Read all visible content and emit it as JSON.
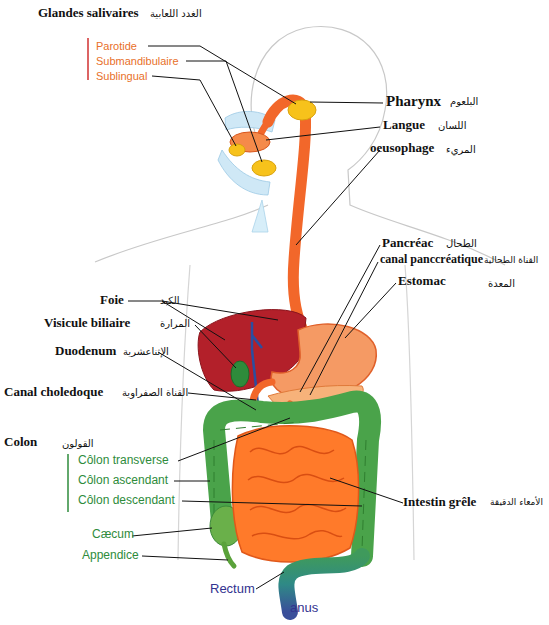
{
  "diagram": {
    "labels": [
      "Glandes salivaires",
      "الغدد اللعابية",
      "Parotide",
      "Submandibulaire",
      "Sublingual",
      "Pharynx",
      "البلعوم",
      "Langue",
      "اللسان",
      "oeusophage",
      "المريء",
      "Pancréac",
      "الطحال",
      "canal panccréatique",
      "القناة الطحالية",
      "Estomac",
      "المعدة",
      "Foie",
      "الكبد",
      "Visicule biliaire",
      "المرارة",
      "Duodenum",
      "الإثناعشرية",
      "Canal choledoque",
      "القناة الصفراوية",
      "Colon",
      "القولون",
      "Côlon transverse",
      "Côlon ascendant",
      "Côlon descendant",
      "Intestin grêle",
      "الأمعاء الدقيقة",
      "Cæcum",
      "Appendice",
      "Rectum",
      "anus"
    ]
  }
}
